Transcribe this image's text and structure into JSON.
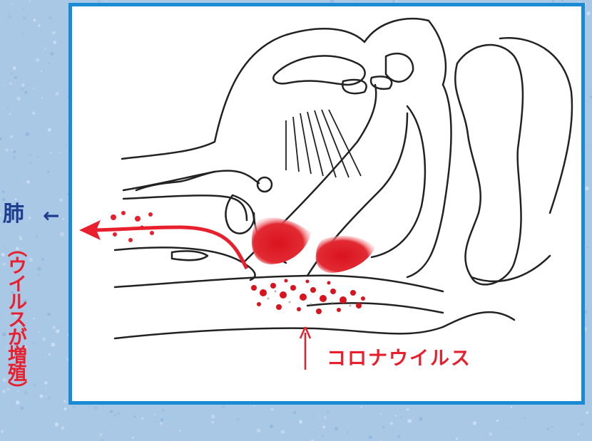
{
  "labels": {
    "lung": "肺",
    "lung_arrow": "←",
    "vertical_note": "（ウイルスが増殖）",
    "virus": "コロナウイルス"
  },
  "colors": {
    "background": "#a9c8e6",
    "frame": "#1a8ad4",
    "accent_red": "#e8202e",
    "lung_text": "#1f3d8f"
  }
}
